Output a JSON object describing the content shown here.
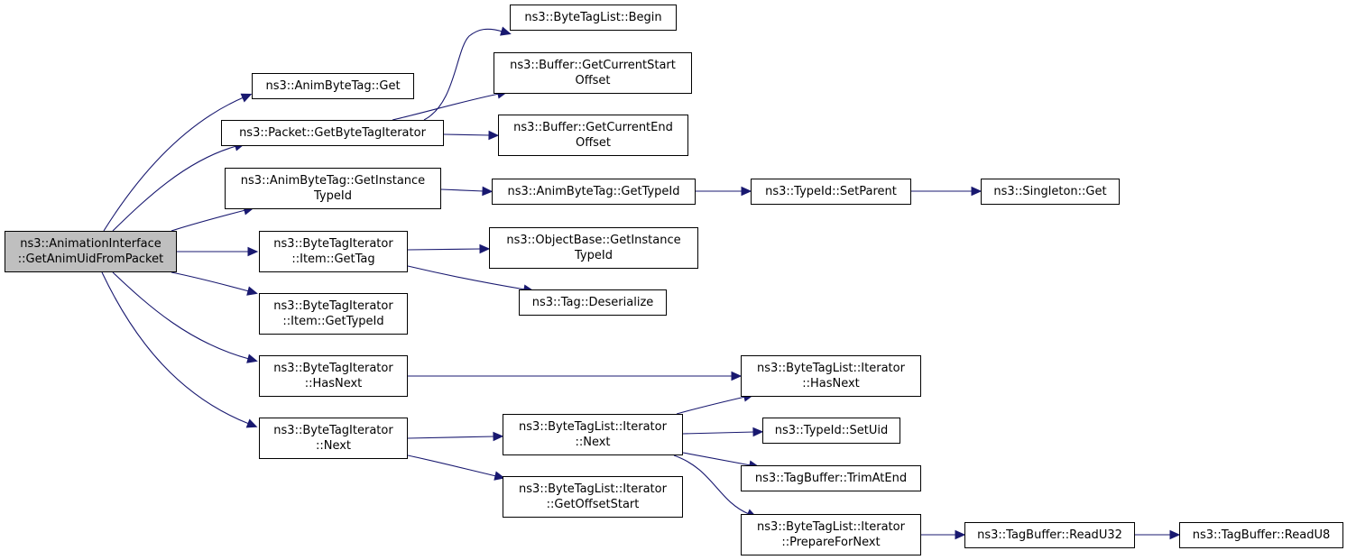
{
  "diagram": {
    "type": "call-graph",
    "colors": {
      "edge": "#191970",
      "root_fill": "#bfbfbf",
      "node_fill": "#ffffff",
      "border": "#000000"
    },
    "nodes": [
      {
        "id": "root",
        "lines": [
          "ns3::AnimationInterface",
          "::GetAnimUidFromPacket"
        ],
        "root": true
      },
      {
        "id": "animbytetag-get",
        "lines": [
          "ns3::AnimByteTag::Get"
        ]
      },
      {
        "id": "packet-getbytetagiterator",
        "lines": [
          "ns3::Packet::GetByteTagIterator"
        ]
      },
      {
        "id": "animbytetag-getinstancetypeid",
        "lines": [
          "ns3::AnimByteTag::GetInstance",
          "TypeId"
        ]
      },
      {
        "id": "bytetagiterator-item-gettag",
        "lines": [
          "ns3::ByteTagIterator",
          "::Item::GetTag"
        ]
      },
      {
        "id": "bytetagiterator-item-gettypeid",
        "lines": [
          "ns3::ByteTagIterator",
          "::Item::GetTypeId"
        ]
      },
      {
        "id": "bytetagiterator-hasnext",
        "lines": [
          "ns3::ByteTagIterator",
          "::HasNext"
        ]
      },
      {
        "id": "bytetagiterator-next",
        "lines": [
          "ns3::ByteTagIterator",
          "::Next"
        ]
      },
      {
        "id": "bytetaglist-begin",
        "lines": [
          "ns3::ByteTagList::Begin"
        ]
      },
      {
        "id": "buffer-getcurrentstartoffset",
        "lines": [
          "ns3::Buffer::GetCurrentStart",
          "Offset"
        ]
      },
      {
        "id": "buffer-getcurrentendoffset",
        "lines": [
          "ns3::Buffer::GetCurrentEnd",
          "Offset"
        ]
      },
      {
        "id": "animbytetag-gettypeid",
        "lines": [
          "ns3::AnimByteTag::GetTypeId"
        ]
      },
      {
        "id": "objectbase-getinstancetypeid",
        "lines": [
          "ns3::ObjectBase::GetInstance",
          "TypeId"
        ]
      },
      {
        "id": "tag-deserialize",
        "lines": [
          "ns3::Tag::Deserialize"
        ]
      },
      {
        "id": "bytetaglist-iterator-next",
        "lines": [
          "ns3::ByteTagList::Iterator",
          "::Next"
        ]
      },
      {
        "id": "bytetaglist-iterator-getoffsetstart",
        "lines": [
          "ns3::ByteTagList::Iterator",
          "::GetOffsetStart"
        ]
      },
      {
        "id": "typeid-setparent",
        "lines": [
          "ns3::TypeId::SetParent"
        ]
      },
      {
        "id": "bytetaglist-iterator-hasnext",
        "lines": [
          "ns3::ByteTagList::Iterator",
          "::HasNext"
        ]
      },
      {
        "id": "typeid-setuid",
        "lines": [
          "ns3::TypeId::SetUid"
        ]
      },
      {
        "id": "tagbuffer-trimatend",
        "lines": [
          "ns3::TagBuffer::TrimAtEnd"
        ]
      },
      {
        "id": "bytetaglist-iterator-preparefornext",
        "lines": [
          "ns3::ByteTagList::Iterator",
          "::PrepareForNext"
        ]
      },
      {
        "id": "singleton-get",
        "lines": [
          "ns3::Singleton::Get"
        ]
      },
      {
        "id": "tagbuffer-readu32",
        "lines": [
          "ns3::TagBuffer::ReadU32"
        ]
      },
      {
        "id": "tagbuffer-readu8",
        "lines": [
          "ns3::TagBuffer::ReadU8"
        ]
      }
    ],
    "edges": [
      {
        "from": "root",
        "to": "animbytetag-get"
      },
      {
        "from": "root",
        "to": "packet-getbytetagiterator"
      },
      {
        "from": "root",
        "to": "animbytetag-getinstancetypeid"
      },
      {
        "from": "root",
        "to": "bytetagiterator-item-gettag"
      },
      {
        "from": "root",
        "to": "bytetagiterator-item-gettypeid"
      },
      {
        "from": "root",
        "to": "bytetagiterator-hasnext"
      },
      {
        "from": "root",
        "to": "bytetagiterator-next"
      },
      {
        "from": "packet-getbytetagiterator",
        "to": "bytetaglist-begin"
      },
      {
        "from": "packet-getbytetagiterator",
        "to": "buffer-getcurrentstartoffset"
      },
      {
        "from": "packet-getbytetagiterator",
        "to": "buffer-getcurrentendoffset"
      },
      {
        "from": "animbytetag-getinstancetypeid",
        "to": "animbytetag-gettypeid"
      },
      {
        "from": "animbytetag-gettypeid",
        "to": "typeid-setparent"
      },
      {
        "from": "typeid-setparent",
        "to": "singleton-get"
      },
      {
        "from": "bytetagiterator-item-gettag",
        "to": "objectbase-getinstancetypeid"
      },
      {
        "from": "bytetagiterator-item-gettag",
        "to": "tag-deserialize"
      },
      {
        "from": "bytetagiterator-hasnext",
        "to": "bytetaglist-iterator-hasnext"
      },
      {
        "from": "bytetagiterator-next",
        "to": "bytetaglist-iterator-next"
      },
      {
        "from": "bytetagiterator-next",
        "to": "bytetaglist-iterator-getoffsetstart"
      },
      {
        "from": "bytetaglist-iterator-next",
        "to": "bytetaglist-iterator-hasnext"
      },
      {
        "from": "bytetaglist-iterator-next",
        "to": "typeid-setuid"
      },
      {
        "from": "bytetaglist-iterator-next",
        "to": "tagbuffer-trimatend"
      },
      {
        "from": "bytetaglist-iterator-next",
        "to": "bytetaglist-iterator-preparefornext"
      },
      {
        "from": "bytetaglist-iterator-preparefornext",
        "to": "tagbuffer-readu32"
      },
      {
        "from": "tagbuffer-readu32",
        "to": "tagbuffer-readu8"
      }
    ]
  }
}
